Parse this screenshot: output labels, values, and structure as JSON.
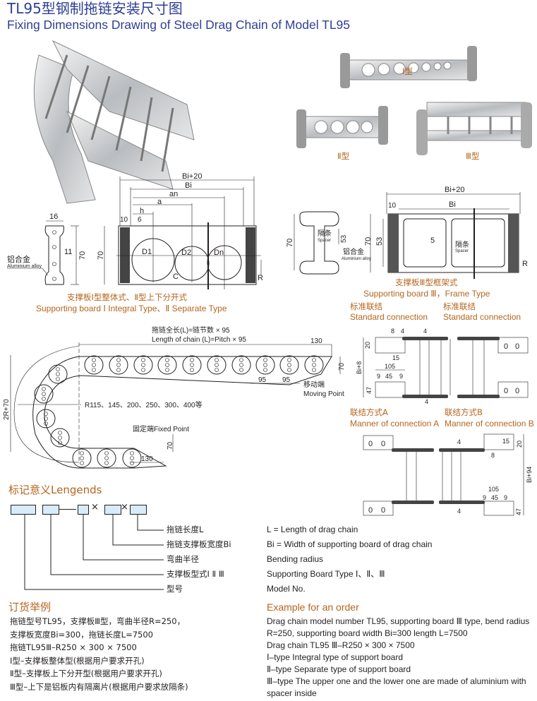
{
  "header": {
    "title": "TL95型钢制拖链安装尺寸图",
    "subtitle": "Fixing Dimensions Drawing of Steel Drag Chain of Model TL95"
  },
  "photos": {
    "type1_label": "Ⅰ型",
    "type2_label": "Ⅱ型",
    "type3_label": "Ⅲ型"
  },
  "board1": {
    "dims": {
      "w16": "16",
      "h11": "11",
      "h70": "70",
      "h70b": "70",
      "bi20": "Bi+20",
      "bi": "Bi",
      "an": "an",
      "a": "a",
      "h": "h",
      "d10": "10",
      "d6": "6",
      "d1": "D1",
      "d2": "D2",
      "dn": "Dn",
      "c": "C",
      "r": "R"
    },
    "alloy_cn": "铝合金",
    "alloy_en": "Aluminium alloy",
    "caption_cn": "支撑板Ⅰ型整体式、Ⅱ型上下分开式",
    "caption_en": "Supporting board Ⅰ Integral Type、Ⅱ Separate Type"
  },
  "board3": {
    "dims": {
      "h70": "70",
      "h53": "53",
      "bi20": "Bi+20",
      "bi": "Bi",
      "d10": "10",
      "h70b": "70",
      "h53b": "53",
      "d5": "5",
      "r": "R"
    },
    "spacer_cn": "隔条",
    "spacer_en": "Spacer",
    "alloy_cn": "铝合金",
    "alloy_en": "Aluminium alloy",
    "caption_cn": "支撑板Ⅲ型框架式",
    "caption_en": "Supporting board Ⅲ，Frame Type"
  },
  "connections": {
    "standard_cn": "标准联结",
    "standard_en": "Standard connection",
    "a_cn": "联结方式A",
    "a_en": "Manner of connection A",
    "b_cn": "联结方式B",
    "b_en": "Manner of connection B",
    "dims": {
      "d8": "8",
      "d4": "4",
      "d20": "20",
      "d15": "15",
      "bi8": "Bi+8",
      "d105": "105",
      "d9": "9",
      "d45": "45",
      "d47": "47",
      "bi94": "Bi+94",
      "hole": "0"
    }
  },
  "chain": {
    "length_cn": "拖链全长(L)=链节数 × 95",
    "length_en": "Length of chain (L)=Pitch × 95",
    "d130": "130",
    "d70": "70",
    "d95": "95",
    "h2r": "2R+70",
    "moving_cn": "移动端",
    "moving_en": "Moving Point",
    "radius": "R115、145、200、250、300、400等",
    "fixed": "固定端Fixed Point"
  },
  "legend": {
    "title": "标记意义Lengends",
    "items_cn": [
      "拖链长度L",
      "拖链支撑板宽度Bi",
      "弯曲半径",
      "支撑板型式Ⅰ Ⅱ Ⅲ",
      "型号"
    ],
    "items_en": [
      "L = Length of drag chain",
      "Bi = Width of supporting board of drag chain",
      "Bending radius",
      "Supporting Board Type Ⅰ、Ⅱ、Ⅲ",
      "Model No."
    ],
    "box_color": "#d7ecf8"
  },
  "order": {
    "title_cn": "订货举例",
    "title_en": "Example for an order",
    "lines_cn": [
      "拖链型号TL95，支撑板Ⅲ型，弯曲半径R=250，",
      "支撑板宽度Bi=300，拖链长度L=7500",
      "拖链TL95Ⅲ–R250 × 300 × 7500",
      "Ⅰ型–支撑板整体型(根据用户要求开孔)",
      "Ⅱ型–支撑板上下分开型(根据用户要求开孔)",
      "Ⅲ型–上下是铝板内有隔离片(根据用户要求放隔条)"
    ],
    "lines_en": [
      "Drag chain model number TL95, supporting board Ⅲ type, bend radius",
      "R=250, supporting board width Bi=300 length L=7500",
      "Drag chain TL95 Ⅲ–R250 × 300 × 7500",
      "Ⅰ–type Integral type of support board",
      "Ⅱ–type Separate type of support board",
      "Ⅲ–type The upper one and the lower one are made of aluminium with",
      "spacer inside"
    ]
  },
  "colors": {
    "title_blue": "#2e3f95",
    "heading_orange": "#b5651d"
  }
}
